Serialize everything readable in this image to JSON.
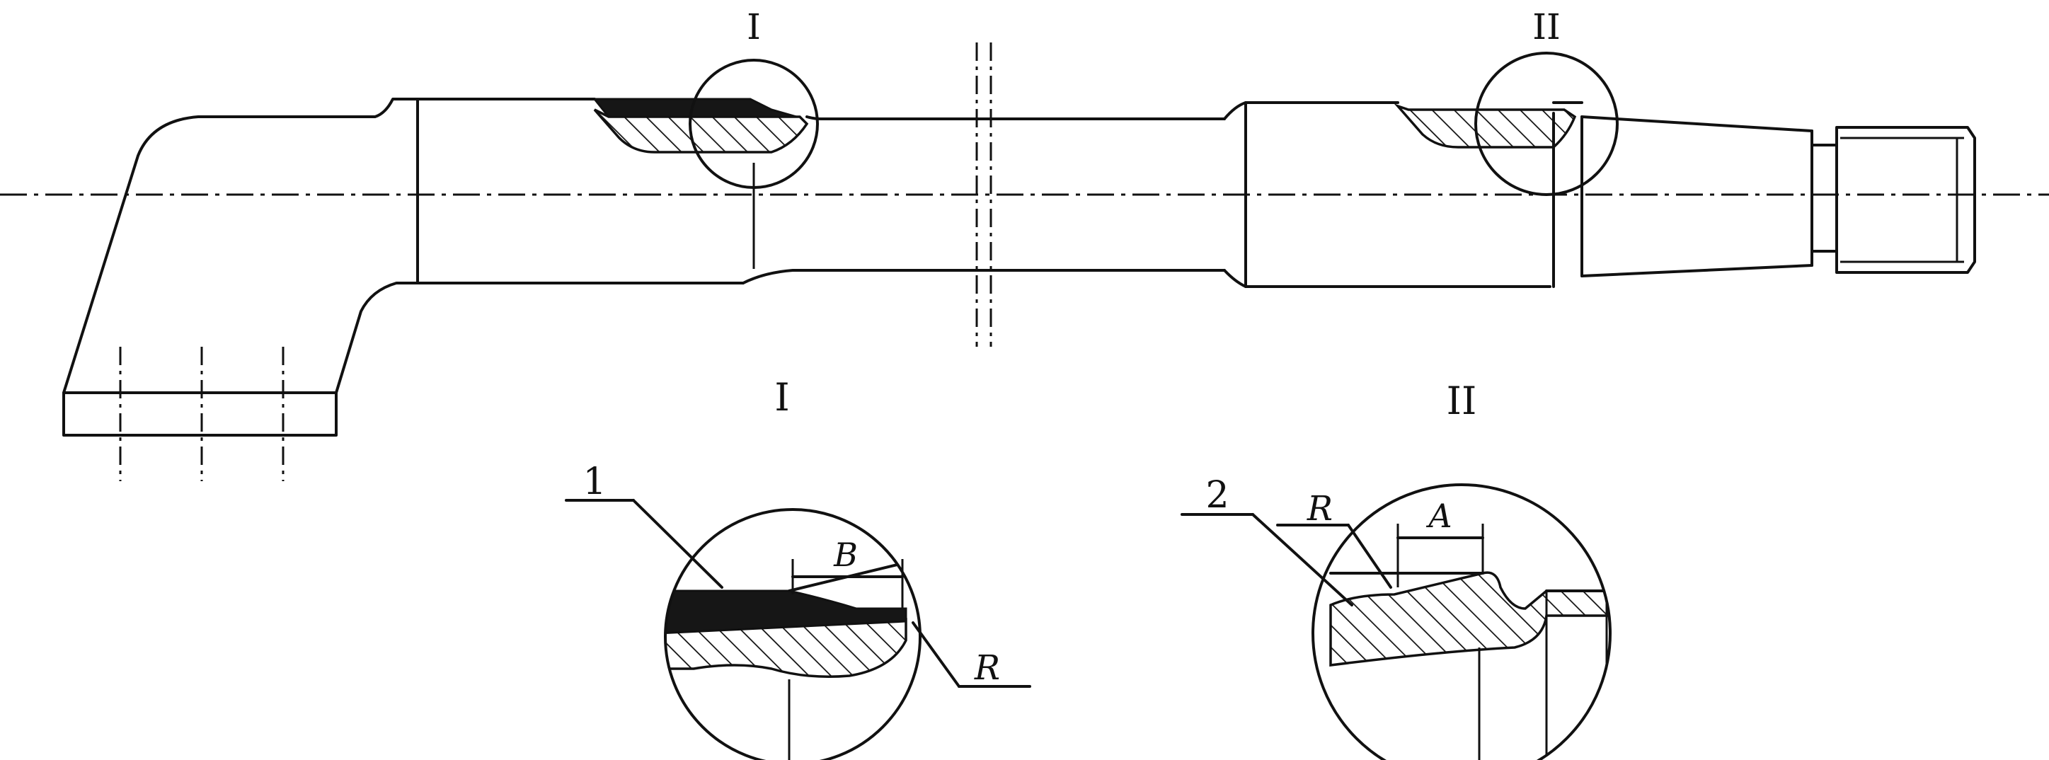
{
  "views": {
    "main": {
      "detail_mark_1": "I",
      "detail_mark_2": "II"
    },
    "detail_1": {
      "title": "I",
      "leader_number": "1",
      "dimension_label": "B",
      "radius_label": "R"
    },
    "detail_2": {
      "title": "II",
      "leader_number": "2",
      "radius_label": "R",
      "dimension_label": "A"
    }
  },
  "colors": {
    "line": "#111111",
    "background": "#ffffff",
    "fill_dark": "#161616"
  }
}
